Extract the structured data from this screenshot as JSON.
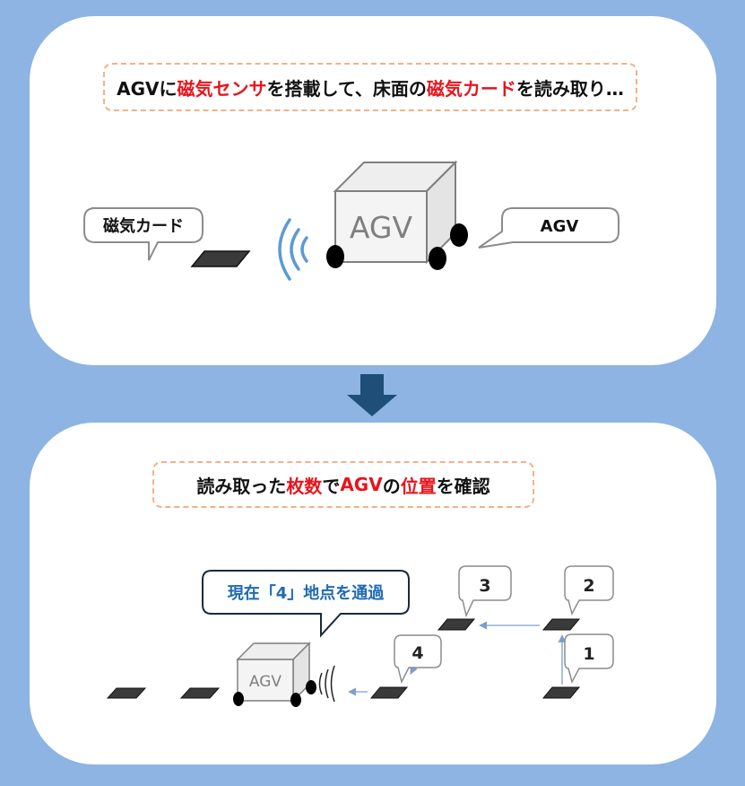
{
  "top": {
    "headline": [
      {
        "text": "AGVに",
        "highlight": false
      },
      {
        "text": "磁気センサ",
        "highlight": true
      },
      {
        "text": "を搭載して、床面の",
        "highlight": false
      },
      {
        "text": "磁気カード",
        "highlight": true
      },
      {
        "text": "を読み取り…",
        "highlight": false
      }
    ],
    "card_callout": "磁気カード",
    "agv_callout": "AGV",
    "agv_body_label": "AGV"
  },
  "bottom": {
    "headline": [
      {
        "text": "読み取った",
        "highlight": false
      },
      {
        "text": "枚数",
        "highlight": true
      },
      {
        "text": "で",
        "highlight": false
      },
      {
        "text": "AGV",
        "highlight": true
      },
      {
        "text": "の",
        "highlight": false
      },
      {
        "text": "位置",
        "highlight": true
      },
      {
        "text": "を確認",
        "highlight": false
      }
    ],
    "status_callout": {
      "before": "現在「",
      "number": "4",
      "after": "」地点を通過"
    },
    "agv_body_label": "AGV",
    "point_labels": {
      "p1": "1",
      "p2": "2",
      "p3": "3",
      "p4": "4"
    }
  },
  "colors": {
    "background": "#8db4e2",
    "highlight": "#e8141c",
    "dashed_border": "#f4b183",
    "arrow": "#1f4e79",
    "wave": "#5b9bd5",
    "callout_blue_text": "#1f6ab5",
    "route_arrow": "#8faed6"
  },
  "icons": {
    "transition": "down-arrow-icon",
    "signal": "wireless-signal-icon"
  }
}
